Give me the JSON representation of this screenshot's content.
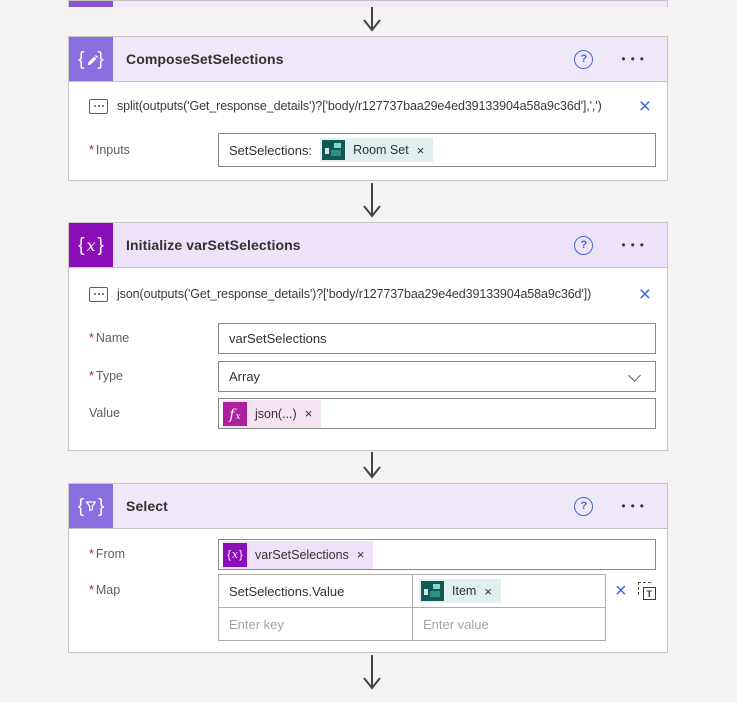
{
  "glyphs": {
    "brace_left": "{",
    "brace_right": "}",
    "variable_x": "x",
    "fx_f": "f",
    "fx_x": "x",
    "help": "?",
    "ellipsis": "•••",
    "close": "×",
    "token_remove": "×",
    "required": "*",
    "text_mode": "T"
  },
  "colors": {
    "canvas_bg": "#F4F3F2",
    "card_border": "#C8C6C4",
    "header_lavender": "#EEE8F8",
    "header_lavender_pink": "#EEE2F8",
    "data_operation_purple": "#8A6FE0",
    "variable_violet": "#8C0EB8",
    "accent_blue": "#4765DD",
    "forms_teal": "#0F5A54",
    "token_teal_bg": "#E1F0EF",
    "expression_magenta": "#AE219E",
    "token_pink_bg": "#F4E3F1",
    "token_purple_bg": "#EFE2F8",
    "required_red": "#A4262C"
  },
  "cards": [
    {
      "title": "ComposeSetSelections",
      "expression": "split(outputs('Get_response_details')?['body/r127737baa29e4ed39133904a58a9c36d'],',')",
      "fields": {
        "inputs_label": "Inputs",
        "inputs_prefix": "SetSelections:",
        "token_label": "Room Set"
      }
    },
    {
      "title": "Initialize varSetSelections",
      "expression": "json(outputs('Get_response_details')?['body/r127737baa29e4ed39133904a58a9c36d'])",
      "fields": {
        "name_label": "Name",
        "name_value": "varSetSelections",
        "type_label": "Type",
        "type_value": "Array",
        "value_label": "Value",
        "value_token": "json(...)"
      }
    },
    {
      "title": "Select",
      "fields": {
        "from_label": "From",
        "from_token": "varSetSelections",
        "map_label": "Map",
        "map_key": "SetSelections.Value",
        "map_value_token": "Item",
        "key_placeholder": "Enter key",
        "value_placeholder": "Enter value"
      }
    }
  ]
}
